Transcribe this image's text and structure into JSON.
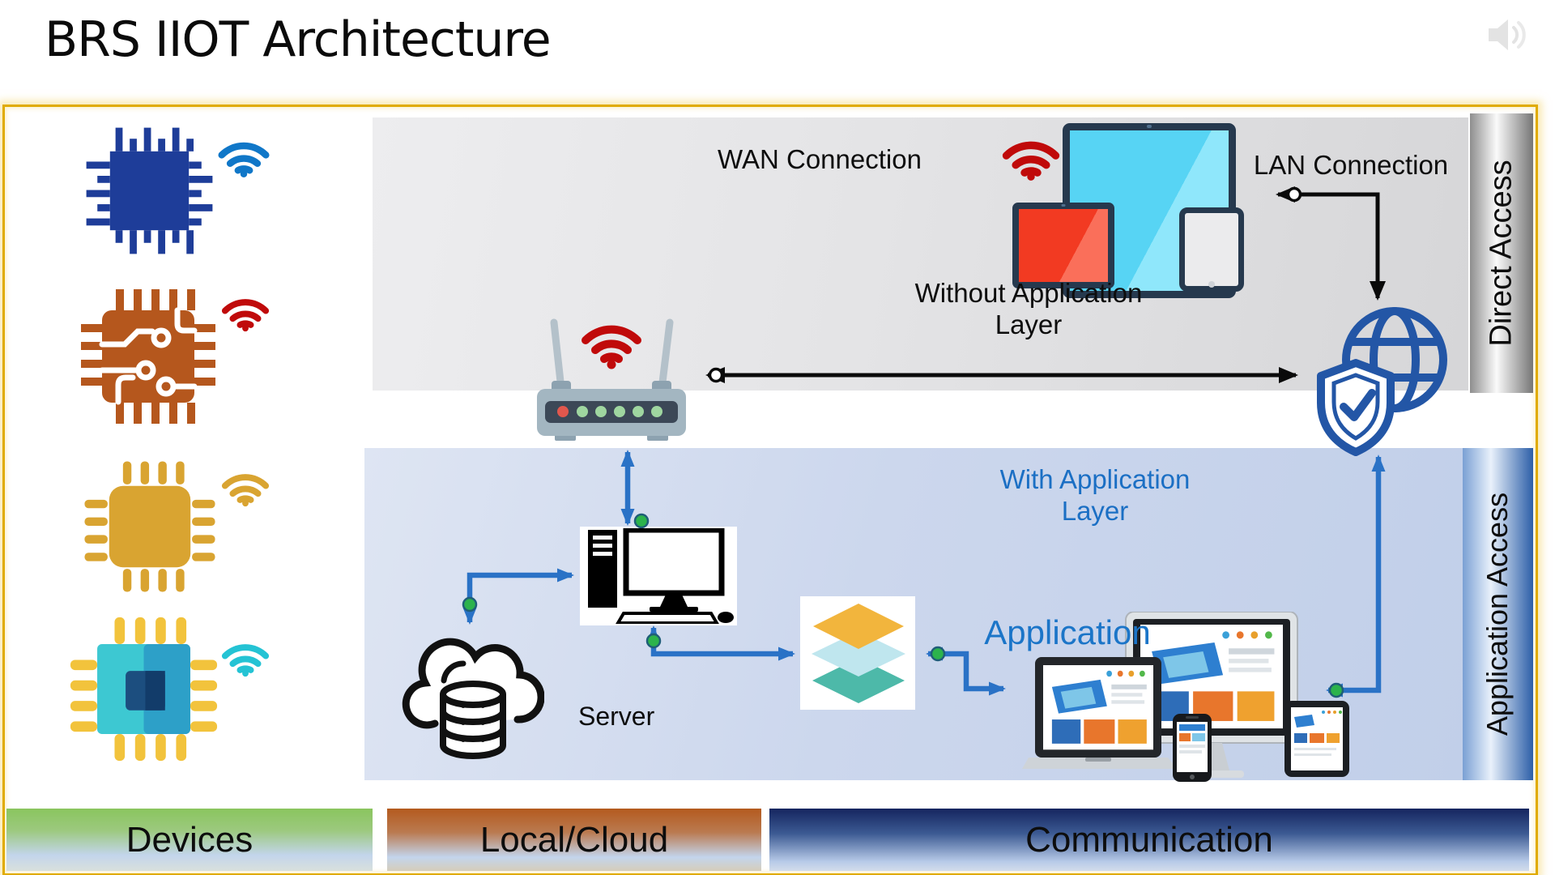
{
  "header": {
    "title": "BRS IIOT Architecture"
  },
  "diagram": {
    "top_zone": {
      "wan_label": "WAN Connection",
      "lan_label": "LAN Connection",
      "no_app_caption": {
        "line1": "Without Application",
        "line2": "Layer"
      },
      "side_bar_label": "Direct Access"
    },
    "bottom_zone": {
      "app_caption": {
        "line1": "With Application",
        "line2": "Layer"
      },
      "application_label": "Application",
      "server_label": "Server",
      "side_bar_label": "Application Access"
    },
    "footer_bars": [
      {
        "label": "Devices"
      },
      {
        "label": "Local/Cloud"
      },
      {
        "label": "Communication"
      }
    ],
    "colors": {
      "arrow_black": "#0a0a0a",
      "arrow_blue": "#2a72c6",
      "junction_green": "#2cb34c",
      "accent_blue_text": "#1b6fc4",
      "border_gold": "#e0ab00",
      "wifi_red": "#c00a0a",
      "wifi_blue": "#1077c8",
      "wifi_gold": "#d9a431",
      "wifi_cyan": "#24c3d4",
      "globe_blue": "#2356a6"
    }
  }
}
